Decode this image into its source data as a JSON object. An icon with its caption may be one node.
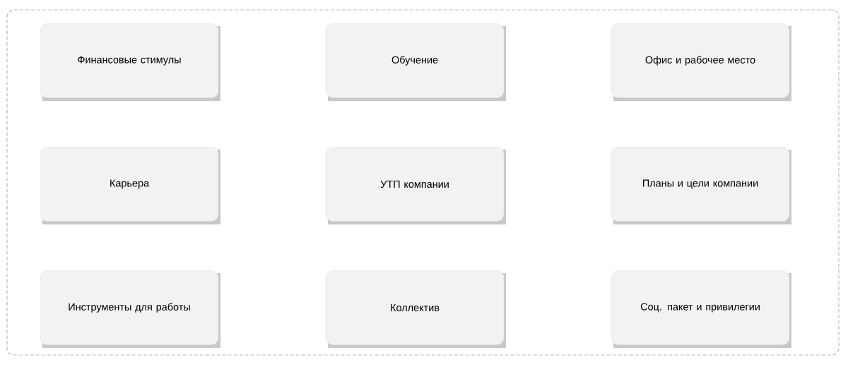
{
  "diagram": {
    "nodes": [
      {
        "text": [],
        "shape": "box"
      },
      {
        "text": [
          "Финансовые стимулы"
        ],
        "in": 0
      },
      {
        "text": [
          "Обучение"
        ],
        "in": 0
      },
      {
        "text": [
          "Офис и рабочее место"
        ],
        "in": 0
      },
      {
        "text": [
          "Карьера"
        ],
        "in": 0
      },
      {
        "text": [
          "УТП компании"
        ],
        "in": 0
      },
      {
        "text": [
          "Планы и цели компании"
        ],
        "in": 0
      },
      {
        "text": [
          "Инструменты для работы"
        ],
        "in": 0
      },
      {
        "text": [
          "Коллектив"
        ],
        "in": 0
      },
      {
        "text": [
          "Соц. пакет и привилегии"
        ],
        "in": 0
      }
    ]
  }
}
